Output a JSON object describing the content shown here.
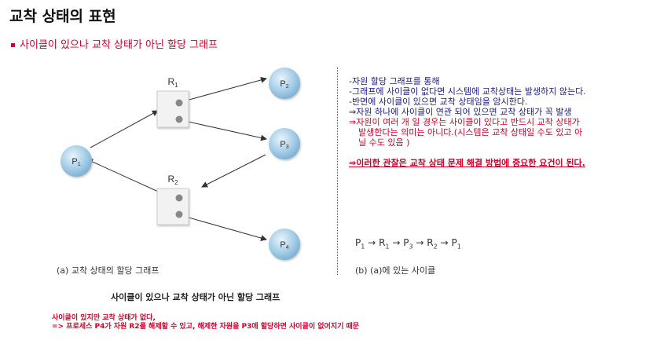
{
  "title": "교착 상태의 표현",
  "subtitle": "사이클이 있으나 교착 상태가 아닌 할당 그래프",
  "diagram": {
    "resources": [
      {
        "id": "R1",
        "name": "R",
        "sub": "1"
      },
      {
        "id": "R2",
        "name": "R",
        "sub": "2"
      }
    ],
    "processes": [
      {
        "id": "P1",
        "name": "P",
        "sub": "1"
      },
      {
        "id": "P2",
        "name": "P",
        "sub": "2"
      },
      {
        "id": "P3",
        "name": "P",
        "sub": "3"
      },
      {
        "id": "P4",
        "name": "P",
        "sub": "4"
      }
    ],
    "edges": [
      {
        "from": "P1",
        "to": "R1"
      },
      {
        "from": "R1",
        "to": "P2"
      },
      {
        "from": "R1",
        "to": "P3"
      },
      {
        "from": "P3",
        "to": "R2"
      },
      {
        "from": "R2",
        "to": "P1"
      },
      {
        "from": "R2",
        "to": "P4"
      }
    ],
    "caption_a": "(a) 교착 상태의 할당 그래프",
    "caption_b": "(b) (a)에 있는 사이클",
    "cycle": [
      {
        "name": "P",
        "sub": "1"
      },
      {
        "name": "R",
        "sub": "1"
      },
      {
        "name": "P",
        "sub": "3"
      },
      {
        "name": "R",
        "sub": "2"
      },
      {
        "name": "P",
        "sub": "1"
      }
    ],
    "figure_caption": "사이클이 있으나 교착 상태가 아닌 할당 그래프"
  },
  "notes": {
    "l1": "-자원 할당 그래프를 통해",
    "l2": "-그래프에 사이클이 없다면 시스템에 교착상태는 발생하지 않는다.",
    "l3": "-반면에 사이클이 있으면 교착 상태임을 암시한다.",
    "l4": "⇒자원 하나에 사이클이 연관 되어 있으면 교착 상태가 꼭 발생",
    "l5": "⇒자원이 여러 개 일 경우는 사이클이 있다고 반드시 교착 상태가",
    "l6": "발생한다는 의미는 아니다.(시스템은 교착 상태일 수도 있고 아",
    "l7": "닐 수도 있음 )",
    "l8": "⇒이러한 관찰은 교착 상태  문제 해결 방법에 중요한 요건이 된다."
  },
  "footer": {
    "line1": "사이클이 있지만 교착 상태가 없다,",
    "line2": "=> 프로세스 P4가 자원 R2를 해제할 수 있고, 해제한 자원을 P3에 할당하면 사이클이 없어지기 때문"
  },
  "colors": {
    "accent_red": "#d3002a",
    "note_blue": "#1a1a8a",
    "process_fill": "#a9cfe8",
    "resource_fill": "#f2f2f2"
  }
}
